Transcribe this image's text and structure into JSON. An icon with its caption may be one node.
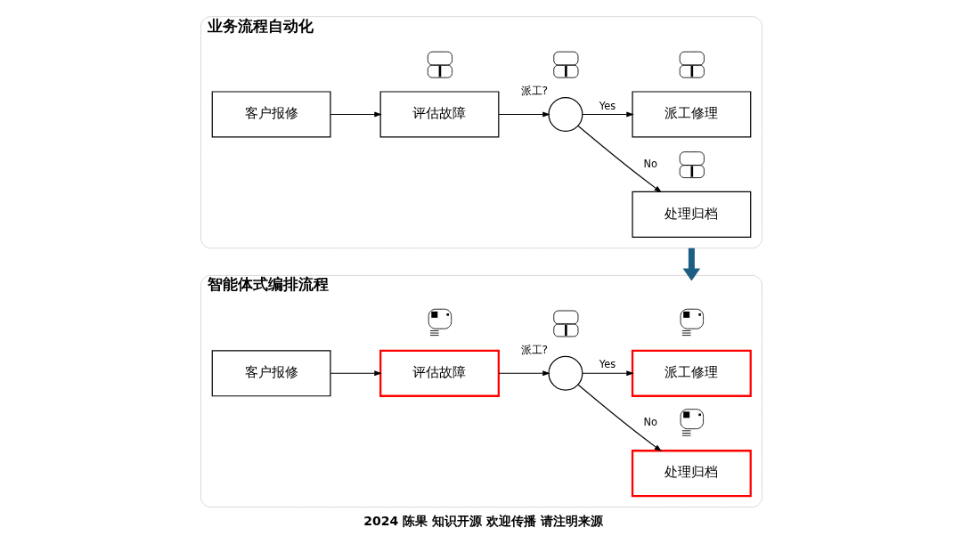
{
  "diagram": {
    "caption": "2024 陈果 知识开源 欢迎传播 请注明来源",
    "nodes": [
      {
        "text": [
          "业务流程自动化"
        ]
      },
      {
        "text": [
          "客户报修"
        ],
        "in": 0
      },
      {
        "text": [],
        "shape": "person",
        "in": 0
      },
      {
        "text": [
          "评估故障"
        ],
        "in": 0
      },
      {
        "text": [],
        "shape": "person",
        "in": 0
      },
      {
        "text": [],
        "shape": "circle",
        "beside": [
          "派工?"
        ],
        "in": 0
      },
      {
        "text": [],
        "shape": "person",
        "in": 0
      },
      {
        "text": [
          "派工修理"
        ],
        "in": 0
      },
      {
        "text": [],
        "shape": "person",
        "in": 0
      },
      {
        "text": [
          "处理归档"
        ],
        "in": 0
      },
      {
        "text": [
          "智能体式编排流程"
        ]
      },
      {
        "text": [
          "客户报修"
        ],
        "in": 10
      },
      {
        "text": [],
        "shape": "robot",
        "in": 10
      },
      {
        "text": [
          "评估故障"
        ],
        "in": 10
      },
      {
        "text": [],
        "shape": "person",
        "in": 10
      },
      {
        "text": [],
        "shape": "circle",
        "beside": [
          "派工?"
        ],
        "in": 10
      },
      {
        "text": [],
        "shape": "robot",
        "in": 10
      },
      {
        "text": [
          "派工修理"
        ],
        "in": 10
      },
      {
        "text": [],
        "shape": "robot",
        "in": 10
      },
      {
        "text": [
          "处理归档"
        ],
        "in": 10
      }
    ],
    "edges": [
      {
        "from": 1,
        "to": 3,
        "arrow": "to"
      },
      {
        "from": 3,
        "to": 5,
        "arrow": "to"
      },
      {
        "from": 5,
        "to": 7,
        "arrow": "to",
        "label": "Yes"
      },
      {
        "from": 5,
        "to": 9,
        "arrow": "to",
        "label": "No"
      },
      {
        "from": 0,
        "to": 10,
        "arrow": "to",
        "style": "thick",
        "color": "#1d5e85"
      },
      {
        "from": 11,
        "to": 13,
        "arrow": "to"
      },
      {
        "from": 13,
        "to": 15,
        "arrow": "to"
      },
      {
        "from": 15,
        "to": 17,
        "arrow": "to",
        "label": "Yes"
      },
      {
        "from": 15,
        "to": 19,
        "arrow": "to",
        "label": "No"
      }
    ]
  }
}
